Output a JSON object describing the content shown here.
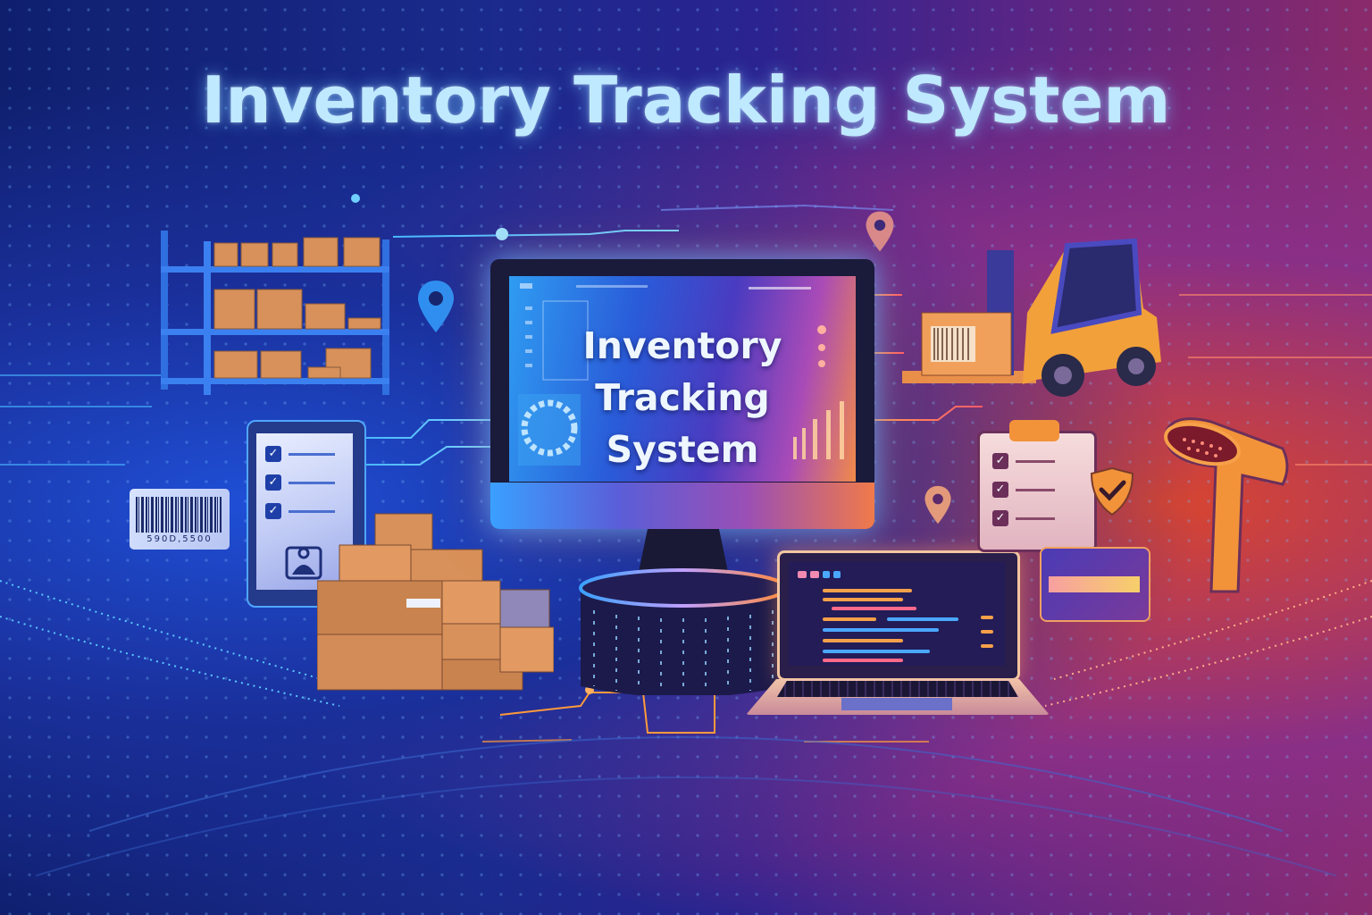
{
  "poster": {
    "title": "Inventory Tracking System",
    "monitor": {
      "screen_title_line1": "Inventory",
      "screen_title_line2": "Tracking",
      "screen_title_line3": "System"
    },
    "barcode_label": {
      "number": "590D,5500"
    },
    "tablet": {
      "checklist_items": 3
    },
    "clipboard": {
      "checklist_items": 3
    },
    "icons": [
      "warehouse-shelf-icon",
      "location-pin-icon",
      "forklift-icon",
      "tablet-checklist-icon",
      "barcode-icon",
      "boxes-stack-icon",
      "monitor-icon",
      "laptop-icon",
      "clipboard-checklist-icon",
      "shield-check-icon",
      "credit-card-icon",
      "barcode-scanner-icon",
      "server-pedestal-icon"
    ],
    "colors": {
      "title_text": "#bfe9ff",
      "left_glow": "#1f4fd6",
      "right_glow": "#d9452f",
      "box_brown": "#d8915a",
      "shelf_blue": "#2f6fe0",
      "forklift_orange": "#f2a03a",
      "pin_blue": "#2f8ff0",
      "pin_pink": "#d98a8a"
    }
  }
}
